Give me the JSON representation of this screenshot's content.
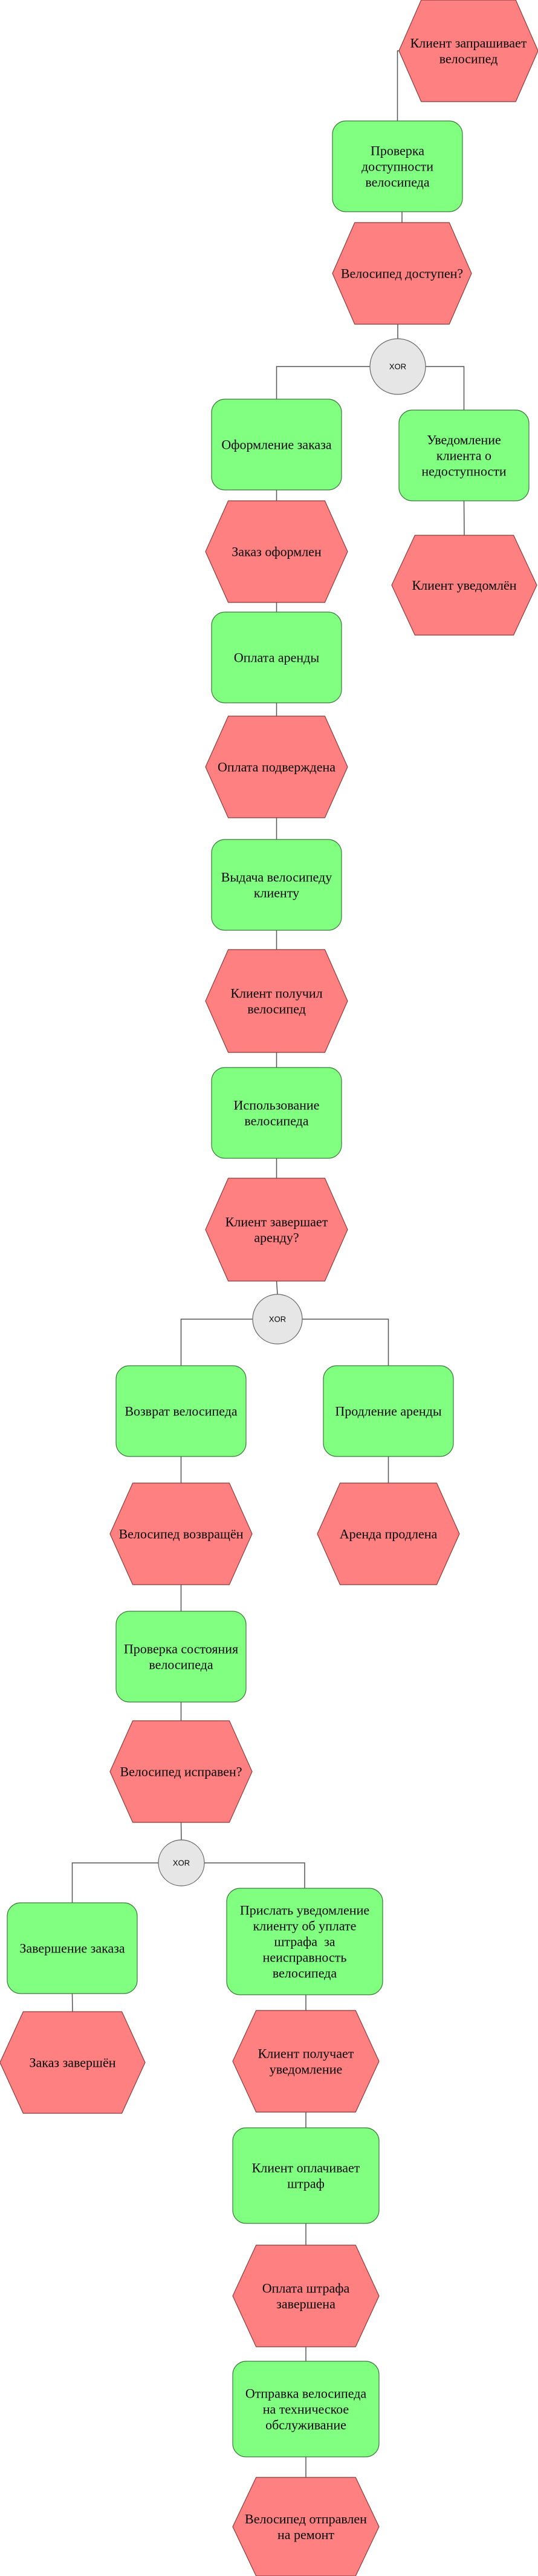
{
  "colors": {
    "event_fill": "#FF8080",
    "event_stroke": "#8B3B3B",
    "function_fill": "#80FF80",
    "function_stroke": "#3B7A3B",
    "gateway_fill": "#E6E6E6",
    "gateway_stroke": "#666666",
    "edge": "#555555"
  },
  "gateway_label": "XOR",
  "nodes": [
    {
      "id": "e1",
      "type": "event",
      "lines": [
        "Клиент запрашивает",
        "велосипед"
      ]
    },
    {
      "id": "f1",
      "type": "function",
      "lines": [
        "Проверка",
        "доступности",
        "велосипеда"
      ]
    },
    {
      "id": "e2",
      "type": "event",
      "lines": [
        "Велосипед доступен?"
      ]
    },
    {
      "id": "g1",
      "type": "gateway",
      "lines": [
        "XOR"
      ]
    },
    {
      "id": "f2",
      "type": "function",
      "lines": [
        "Оформление заказа"
      ]
    },
    {
      "id": "f3",
      "type": "function",
      "lines": [
        "Уведомление",
        "клиента о",
        "недоступности"
      ]
    },
    {
      "id": "e3",
      "type": "event",
      "lines": [
        "Заказ оформлен"
      ]
    },
    {
      "id": "e4",
      "type": "event",
      "lines": [
        "Клиент уведомлён"
      ]
    },
    {
      "id": "f4",
      "type": "function",
      "lines": [
        "Оплата аренды"
      ]
    },
    {
      "id": "e5",
      "type": "event",
      "lines": [
        "Оплата подверждена"
      ]
    },
    {
      "id": "f5",
      "type": "function",
      "lines": [
        "Выдача велосипеду",
        "клиенту"
      ]
    },
    {
      "id": "e6",
      "type": "event",
      "lines": [
        "Клиент получил",
        "велосипед"
      ]
    },
    {
      "id": "f6",
      "type": "function",
      "lines": [
        "Использование",
        "велосипеда"
      ]
    },
    {
      "id": "e7",
      "type": "event",
      "lines": [
        "Клиент завершает",
        "аренду?"
      ]
    },
    {
      "id": "g2",
      "type": "gateway",
      "lines": [
        "XOR"
      ]
    },
    {
      "id": "f7",
      "type": "function",
      "lines": [
        "Возврат велосипеда"
      ]
    },
    {
      "id": "f8",
      "type": "function",
      "lines": [
        "Продление аренды"
      ]
    },
    {
      "id": "e8",
      "type": "event",
      "lines": [
        "Велосипед возвращён"
      ]
    },
    {
      "id": "e9",
      "type": "event",
      "lines": [
        "Аренда продлена"
      ]
    },
    {
      "id": "f9",
      "type": "function",
      "lines": [
        "Проверка состояния",
        "велосипеда"
      ]
    },
    {
      "id": "e10",
      "type": "event",
      "lines": [
        "Велосипед исправен?"
      ]
    },
    {
      "id": "g3",
      "type": "gateway",
      "lines": [
        "XOR"
      ]
    },
    {
      "id": "f10",
      "type": "function",
      "lines": [
        "Завершение заказа"
      ]
    },
    {
      "id": "f11",
      "type": "function",
      "lines": [
        "Прислать уведомление",
        "клиенту об уплате",
        "штрафа  за",
        "неисправность",
        "велосипеда"
      ]
    },
    {
      "id": "e11",
      "type": "event",
      "lines": [
        "Заказ завершён"
      ]
    },
    {
      "id": "e12",
      "type": "event",
      "lines": [
        "Клиент получает",
        "уведомление"
      ]
    },
    {
      "id": "f12",
      "type": "function",
      "lines": [
        "Клиент оплачивает",
        "штраф"
      ]
    },
    {
      "id": "e13",
      "type": "event",
      "lines": [
        "Оплата штрафа",
        "завершена"
      ]
    },
    {
      "id": "f13",
      "type": "function",
      "lines": [
        "Отправка велосипеда",
        "на техническое",
        "обслуживание"
      ]
    },
    {
      "id": "e14",
      "type": "event",
      "lines": [
        "Велосипед отправлен",
        "на ремонт"
      ]
    }
  ],
  "edges": [
    [
      "e1",
      "f1"
    ],
    [
      "f1",
      "e2"
    ],
    [
      "e2",
      "g1"
    ],
    [
      "g1",
      "f2"
    ],
    [
      "g1",
      "f3"
    ],
    [
      "f2",
      "e3"
    ],
    [
      "f3",
      "e4"
    ],
    [
      "e3",
      "f4"
    ],
    [
      "f4",
      "e5"
    ],
    [
      "e5",
      "f5"
    ],
    [
      "f5",
      "e6"
    ],
    [
      "e6",
      "f6"
    ],
    [
      "f6",
      "e7"
    ],
    [
      "e7",
      "g2"
    ],
    [
      "g2",
      "f7"
    ],
    [
      "g2",
      "f8"
    ],
    [
      "f7",
      "e8"
    ],
    [
      "f8",
      "e9"
    ],
    [
      "e8",
      "f9"
    ],
    [
      "f9",
      "e10"
    ],
    [
      "e10",
      "g3"
    ],
    [
      "g3",
      "f10"
    ],
    [
      "g3",
      "f11"
    ],
    [
      "f10",
      "e11"
    ],
    [
      "f11",
      "e12"
    ],
    [
      "e12",
      "f12"
    ],
    [
      "f12",
      "e13"
    ],
    [
      "e13",
      "f13"
    ],
    [
      "f13",
      "e14"
    ]
  ]
}
